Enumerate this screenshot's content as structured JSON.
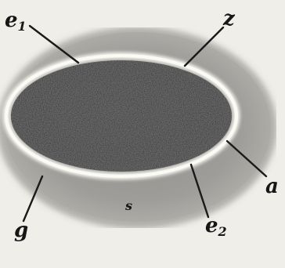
{
  "diagram": {
    "labels": {
      "e1": "e",
      "e1_sub": "1",
      "z": "z",
      "a": "a",
      "e2": "e",
      "e2_sub": "2",
      "g": "g",
      "s": "s"
    }
  }
}
